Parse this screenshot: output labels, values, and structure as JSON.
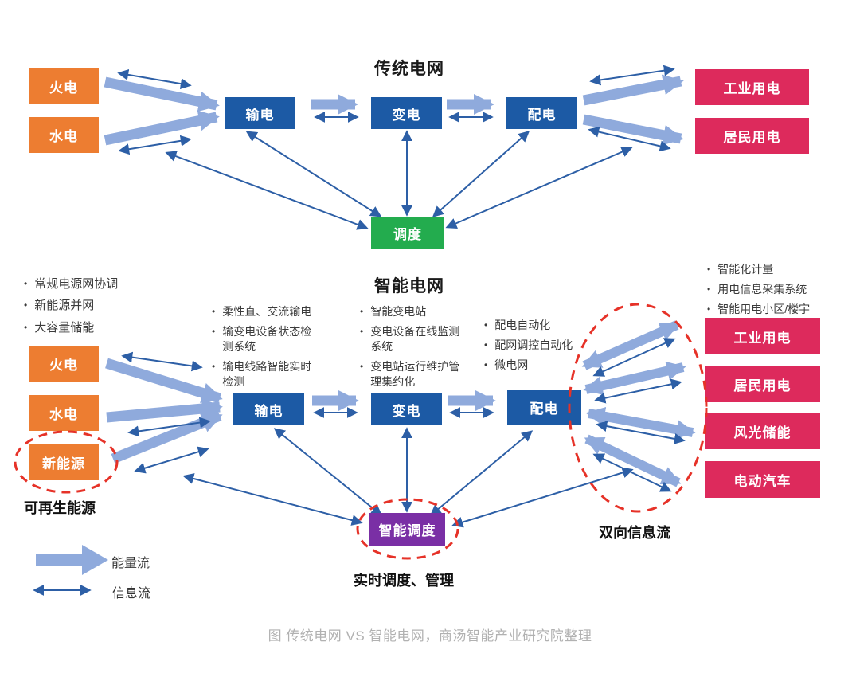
{
  "titles": {
    "traditional": "传统电网",
    "smart": "智能电网"
  },
  "traditional": {
    "sources": [
      "火电",
      "水电"
    ],
    "stages": [
      "输电",
      "变电",
      "配电"
    ],
    "consumers": [
      "工业用电",
      "居民用电"
    ],
    "dispatch": "调度"
  },
  "smart": {
    "sources": [
      "火电",
      "水电",
      "新能源"
    ],
    "source_notes": [
      "常规电源网协调",
      "新能源并网",
      "大容量储能"
    ],
    "stages": [
      "输电",
      "变电",
      "配电"
    ],
    "transmission_notes": [
      "柔性直、交流输电",
      "输变电设备状态检测系统",
      "输电线路智能实时检测"
    ],
    "transformation_notes": [
      "智能变电站",
      "变电设备在线监测系统",
      "变电站运行维护管理集约化"
    ],
    "distribution_notes": [
      "配电自动化",
      "配网调控自动化",
      "微电网"
    ],
    "consumer_notes": [
      "智能化计量",
      "用电信息采集系统",
      "智能用电小区/楼宇"
    ],
    "consumers": [
      "工业用电",
      "居民用电",
      "风光储能",
      "电动汽车"
    ],
    "dispatch": "智能调度",
    "renewable_label": "可再生能源",
    "bidirectional_label": "双向信息流",
    "realtime_label": "实时调度、管理"
  },
  "legend": {
    "energy": "能量流",
    "info": "信息流"
  },
  "caption": "图 传统电网 VS 智能电网，商汤智能产业研究院整理",
  "colors": {
    "source": "#ED7D31",
    "stage": "#1C5AA5",
    "consumer": "#DD2A5C",
    "dispatch_traditional": "#23AC4E",
    "dispatch_smart": "#7A2FA5",
    "energy_flow": "#8FAADC",
    "info_flow": "#2D5FA6",
    "highlight": "#E63228"
  }
}
